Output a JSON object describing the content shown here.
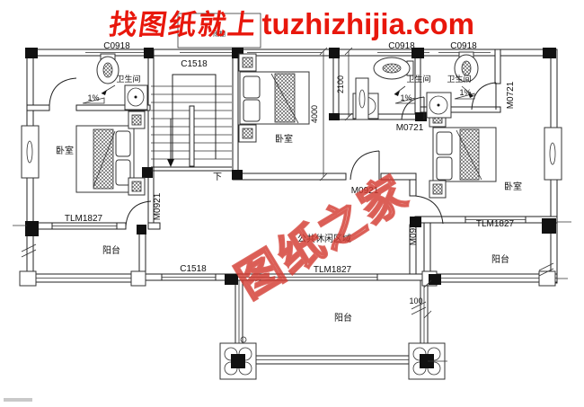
{
  "watermark": {
    "slogan_cn": "找图纸就上",
    "site": "tuzhizhijia.com",
    "stamp": "图纸之家",
    "red": "#e8170c",
    "stamp_red": "#d8493c"
  },
  "plan": {
    "rooms": {
      "bedroom": "卧室",
      "bathroom": "卫生间",
      "balcony": "阳台",
      "leisure": "公共休闲区域",
      "canopy": "雨棚"
    },
    "codes": {
      "c0918": "C0918",
      "c1518": "C1518",
      "tlm1827": "TLM1827",
      "m0921": "M0921",
      "m0721": "M0721"
    },
    "dims": {
      "d2100": "2100",
      "d4000": "4000",
      "d100": "100"
    },
    "marks": {
      "slope": "1%",
      "down": "下"
    },
    "line_color": "#1c1c1c"
  }
}
